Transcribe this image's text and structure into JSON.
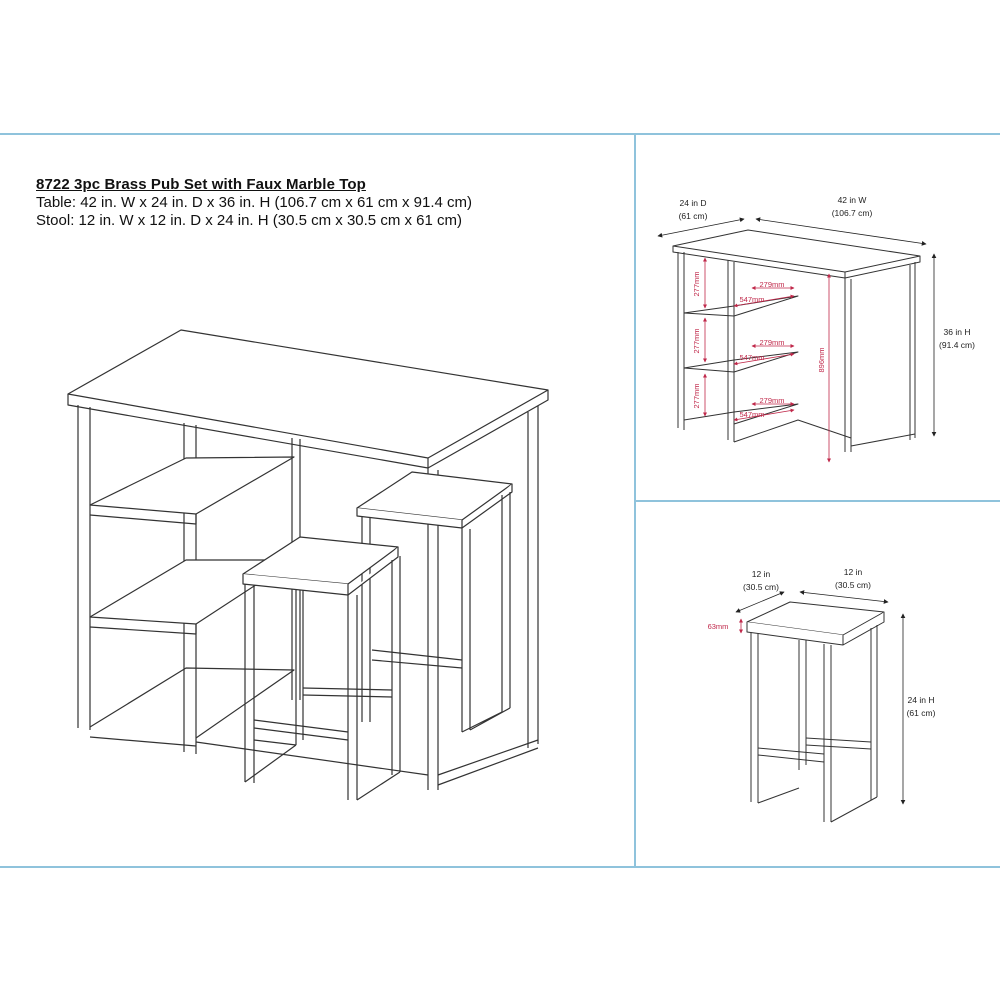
{
  "header": {
    "title": "8722  3pc Brass Pub Set with Faux Marble Top",
    "table_line": "Table: 42 in. W x 24 in. D x 36 in. H  (106.7 cm x 61 cm x 91.4 cm)",
    "stool_line": "Stool: 12 in. W x 12 in. D x 24 in. H  (30.5 cm x 30.5 cm x 61 cm)"
  },
  "table_dims": {
    "depth_in": "24 in D",
    "depth_cm": "(61 cm)",
    "width_in": "42 in W",
    "width_cm": "(106.7 cm)",
    "height_in": "36 in H",
    "height_cm": "(91.4 cm)",
    "shelf_height_1": "277mm",
    "shelf_height_2": "277mm",
    "shelf_height_3": "277mm",
    "inner_width_1": "279mm",
    "inner_width_2": "279mm",
    "inner_width_3": "279mm",
    "inner_depth_1": "547mm",
    "inner_depth_2": "547mm",
    "inner_depth_3": "547mm",
    "clearance": "896mm"
  },
  "stool_dims": {
    "width_in": "12 in",
    "width_cm": "(30.5 cm)",
    "depth_in": "12 in",
    "depth_cm": "(30.5 cm)",
    "cushion": "63mm",
    "height_in": "24 in H",
    "height_cm": "(61 cm)"
  },
  "colors": {
    "frame": "#8fc3dc",
    "line": "#333333",
    "dimension": "#c0284a"
  }
}
